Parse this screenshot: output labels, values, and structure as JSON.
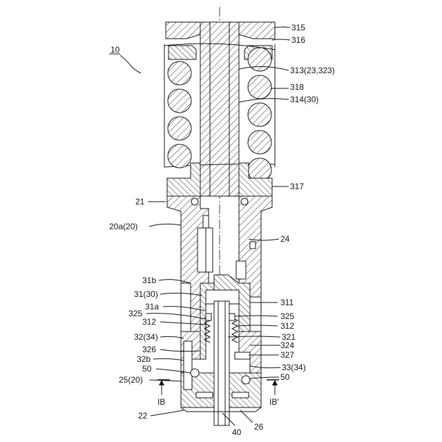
{
  "figure": {
    "ref_number": "10",
    "labels": {
      "l315": "315",
      "l316": "316",
      "l313": "313(23,323)",
      "l318": "318",
      "l314": "314(30)",
      "l317": "317",
      "l21": "21",
      "l20a": "20a(20)",
      "l24": "24",
      "l31b": "31b",
      "l31": "31(30)",
      "l31a": "31a",
      "l325L": "325",
      "l312L": "312",
      "l32": "32(34)",
      "l326": "326",
      "l32b": "32b",
      "l50L": "50",
      "l25": "25(20)",
      "l311": "311",
      "l325R": "325",
      "l312R": "312",
      "l321": "321",
      "l324": "324",
      "l327": "327",
      "l33": "33(34)",
      "l50R": "50",
      "lIB": "IB",
      "lIBp": "IB'",
      "l22": "22",
      "l40": "40",
      "l26": "26"
    }
  }
}
